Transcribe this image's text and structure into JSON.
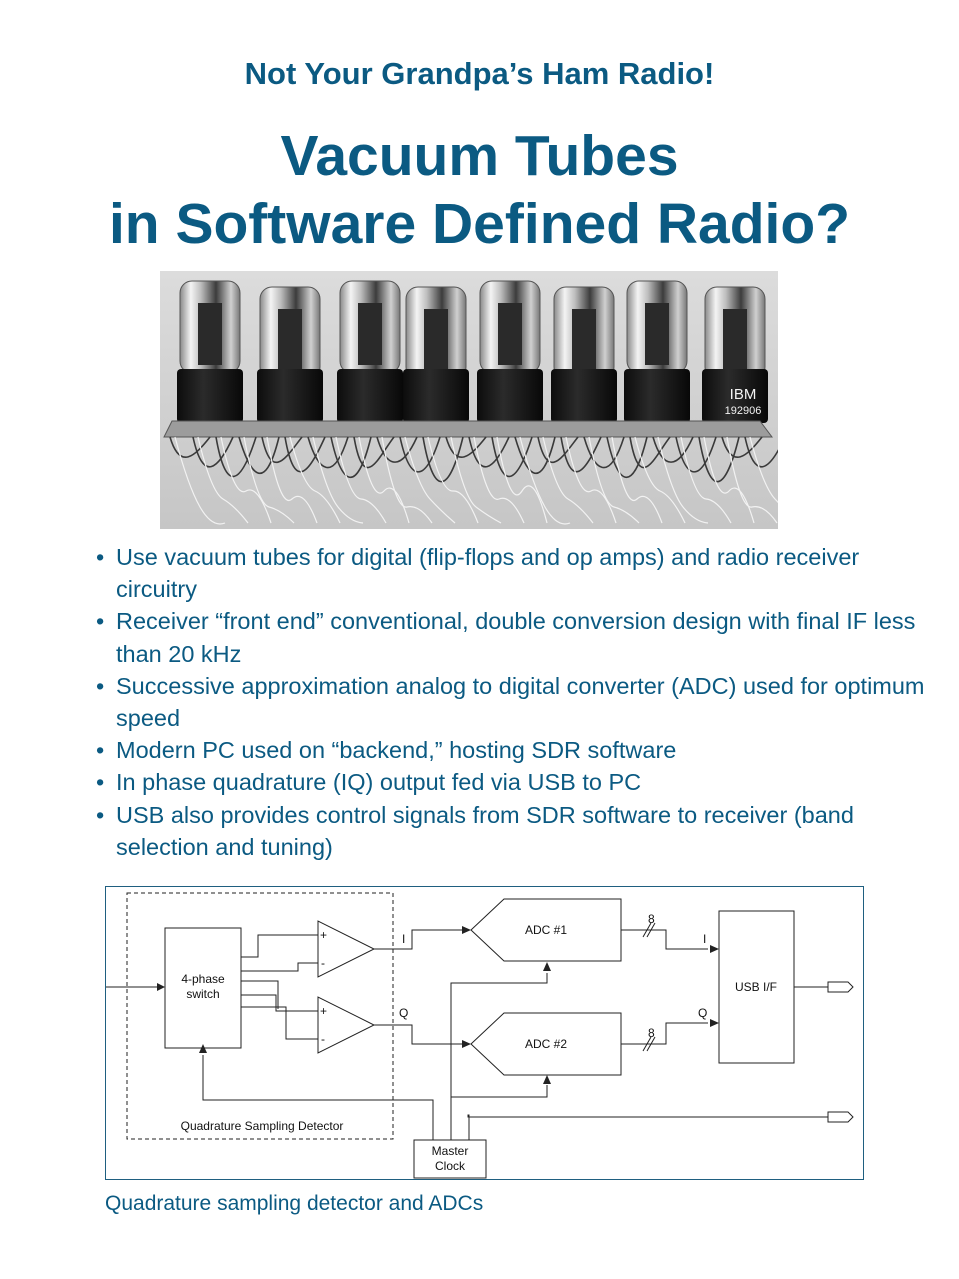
{
  "supertitle": "Not Your Grandpa’s Ham Radio!",
  "title_lines": [
    "Vacuum Tubes",
    "in Software Defined Radio?"
  ],
  "photo": {
    "tube_labels": [
      "IBM",
      "192906"
    ]
  },
  "bullets": [
    "Use vacuum tubes for digital (flip-flops and op amps) and radio receiver circuitry",
    "Receiver “front end” conventional, double conversion design with final IF less than 20 kHz",
    "Successive approximation analog to digital converter (ADC) used for optimum speed",
    "Modern PC used on “backend,” hosting SDR software",
    "In phase quadrature (IQ) output fed via USB to PC",
    "USB also provides control signals from SDR software to receiver (band selection and tuning)"
  ],
  "diagram": {
    "switch_label_1": "4-phase",
    "switch_label_2": "switch",
    "plus": "+",
    "minus": "-",
    "signal_i": "I",
    "signal_q": "Q",
    "adc1": "ADC #1",
    "adc2": "ADC #2",
    "bus_width": "8",
    "usb": "USB I/F",
    "detector_label": "Quadrature Sampling Detector",
    "clock_label_1": "Master",
    "clock_label_2": "Clock"
  },
  "caption": "Quadrature sampling detector and ADCs",
  "colors": {
    "accent": "#0b5a82",
    "diagram_border": "#1f5f80"
  }
}
